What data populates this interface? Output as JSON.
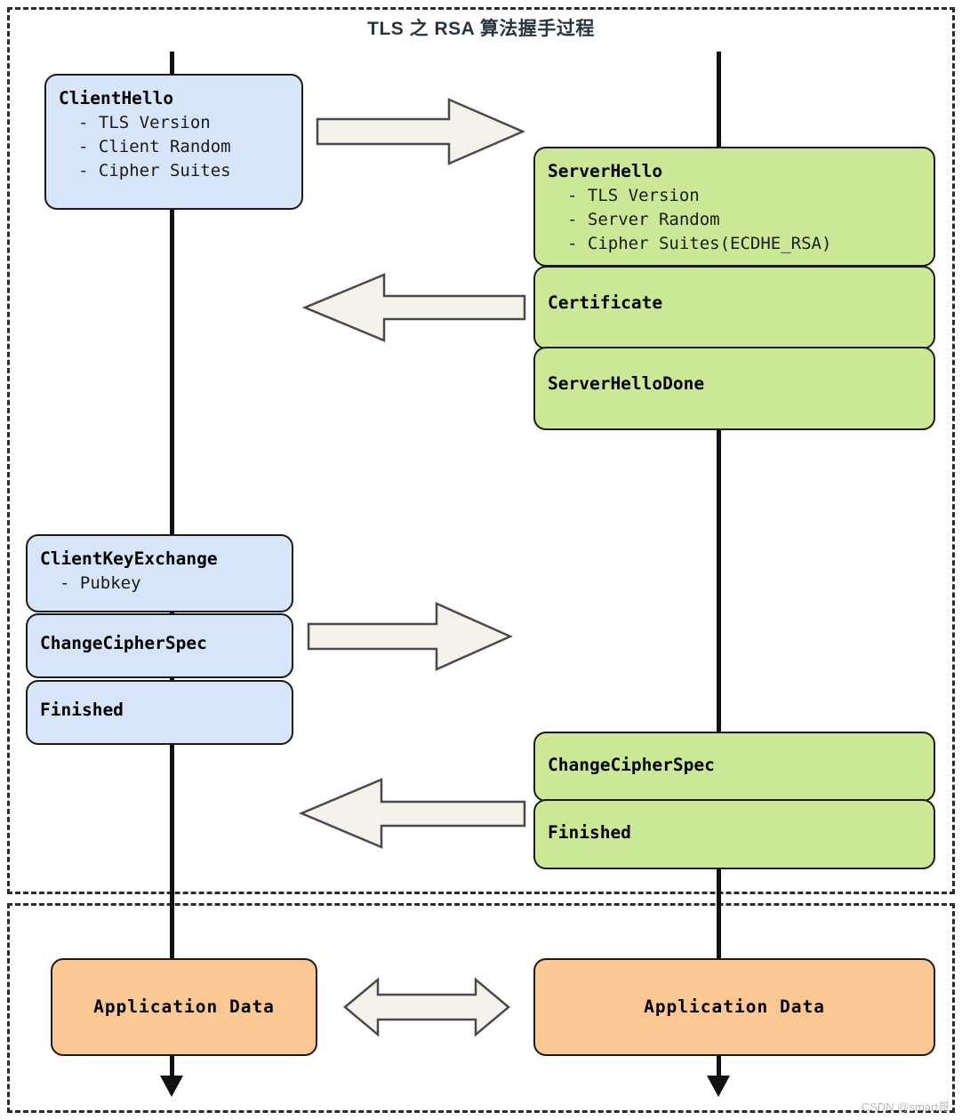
{
  "diagram": {
    "title": "TLS 之 RSA 算法握手过程",
    "watermark": "CSDN @smart哥",
    "type": "sequence-diagram",
    "colors": {
      "client_box_fill": "#d6e5f7",
      "server_box_fill": "#cae896",
      "appdata_box_fill": "#fbc893",
      "arrow_fill": "#f5f2eb",
      "arrow_stroke": "#4a4a4a",
      "box_stroke": "#1a1a1a",
      "lifeline": "#111111",
      "title_color": "#2b3440",
      "region_border": "#2b2b2b",
      "watermark_color": "#b9b9b9"
    }
  },
  "regions": [
    {
      "name": "handshake-region"
    },
    {
      "name": "application-data-region"
    }
  ],
  "lifelines": [
    {
      "name": "client-lifeline"
    },
    {
      "name": "server-lifeline"
    }
  ],
  "messages": {
    "client_hello": {
      "title": "ClientHello",
      "lines": [
        "- TLS Version",
        "- Client Random",
        "- Cipher Suites"
      ]
    },
    "server_hello": {
      "title": "ServerHello",
      "lines": [
        "- TLS Version",
        "- Server Random",
        "- Cipher Suites(ECDHE_RSA)"
      ]
    },
    "certificate": {
      "title": "Certificate",
      "lines": []
    },
    "server_hello_done": {
      "title": "ServerHelloDone",
      "lines": []
    },
    "client_key_exchange": {
      "title": "ClientKeyExchange",
      "lines": [
        "- Pubkey"
      ]
    },
    "client_change_cipher_spec": {
      "title": "ChangeCipherSpec",
      "lines": []
    },
    "client_finished": {
      "title": "Finished",
      "lines": []
    },
    "server_change_cipher_spec": {
      "title": "ChangeCipherSpec",
      "lines": []
    },
    "server_finished": {
      "title": "Finished",
      "lines": []
    },
    "client_application_data": {
      "title": "Application Data",
      "lines": []
    },
    "server_application_data": {
      "title": "Application Data",
      "lines": []
    }
  },
  "arrows": [
    {
      "name": "arrow-client-to-server-hello",
      "direction": "right"
    },
    {
      "name": "arrow-server-to-client-hello",
      "direction": "left"
    },
    {
      "name": "arrow-client-to-server-keyexchange",
      "direction": "right"
    },
    {
      "name": "arrow-server-to-client-finished",
      "direction": "left"
    },
    {
      "name": "arrow-application-data-bidirectional",
      "direction": "both"
    }
  ]
}
